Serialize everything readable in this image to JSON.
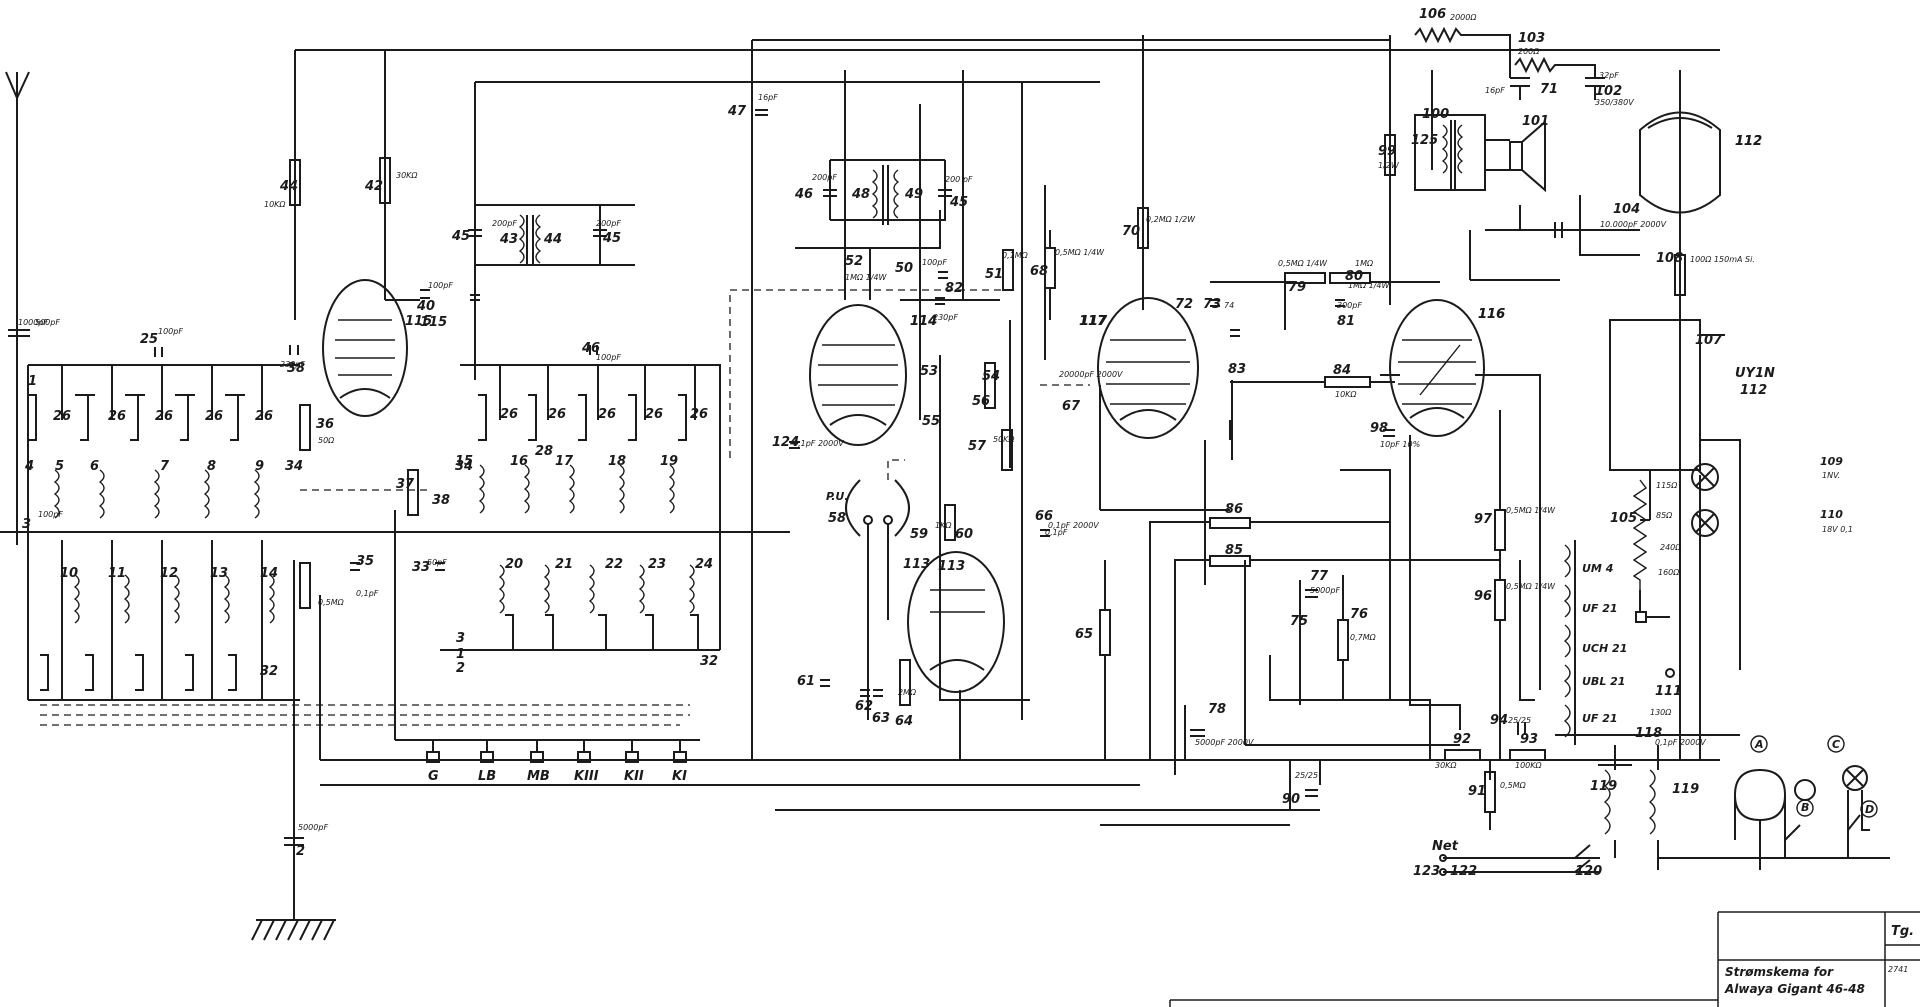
{
  "title_block": {
    "line1": "Strømskema for",
    "line2": "Alwaya Gigant 46-48",
    "corner_top": "Tg.",
    "corner_bottom": "2741"
  },
  "terminals": {
    "net": "Net",
    "A": "A",
    "B": "B",
    "C": "C",
    "D": "D"
  },
  "band_labels": [
    "G",
    "LB",
    "MB",
    "KIII",
    "KII",
    "KI"
  ],
  "tube_labels": [
    "115",
    "114",
    "117",
    "116",
    "113",
    "112"
  ],
  "heater_chain": [
    "UM 4",
    "UF 21",
    "UCH 21",
    "UBL 21",
    "UF 21"
  ],
  "pu_label": "P.U.",
  "uyin_label": "UY1N",
  "uyin_num": "112",
  "lamps": [
    {
      "num": "109",
      "val": "1NV."
    },
    {
      "num": "110",
      "val": "18V 0,1"
    }
  ],
  "labels": [
    {
      "id": "l1",
      "t": "1000pF"
    },
    {
      "id": "l2",
      "t": "44"
    },
    {
      "id": "l3",
      "t": "10KΩ"
    },
    {
      "id": "l4",
      "t": "42"
    },
    {
      "id": "l5",
      "t": "30KΩ"
    },
    {
      "id": "l6",
      "t": "45"
    },
    {
      "id": "l7",
      "t": "200pF"
    },
    {
      "id": "l8",
      "t": "43"
    },
    {
      "id": "l9",
      "t": "44"
    },
    {
      "id": "l10",
      "t": "200pF"
    },
    {
      "id": "l11",
      "t": "45"
    },
    {
      "id": "l12",
      "t": "100pF"
    },
    {
      "id": "l13",
      "t": "40"
    },
    {
      "id": "l14",
      "t": "115"
    },
    {
      "id": "l15",
      "t": "25"
    },
    {
      "id": "l16",
      "t": "100pF"
    },
    {
      "id": "l17",
      "t": "46"
    },
    {
      "id": "l18",
      "t": "100pF"
    },
    {
      "id": "l19",
      "t": "38"
    },
    {
      "id": "l20",
      "t": "230pF"
    },
    {
      "id": "l21",
      "t": "36"
    },
    {
      "id": "l22",
      "t": "50Ω"
    },
    {
      "id": "l23",
      "t": "37"
    },
    {
      "id": "l24",
      "t": "38"
    },
    {
      "id": "l25",
      "t": "35"
    },
    {
      "id": "l26",
      "t": "0,1pF"
    },
    {
      "id": "l27",
      "t": "33"
    },
    {
      "id": "l28",
      "t": "50pF"
    },
    {
      "id": "l29",
      "t": "0,5MΩ"
    },
    {
      "id": "l30",
      "t": "47"
    },
    {
      "id": "l31",
      "t": "16pF"
    },
    {
      "id": "l32",
      "t": "46"
    },
    {
      "id": "l33",
      "t": "200pF"
    },
    {
      "id": "l34",
      "t": "48"
    },
    {
      "id": "l35",
      "t": "49"
    },
    {
      "id": "l36",
      "t": "200 pF"
    },
    {
      "id": "l37",
      "t": "45"
    },
    {
      "id": "l38",
      "t": "52"
    },
    {
      "id": "l39",
      "t": "1MΩ 1/4W"
    },
    {
      "id": "l40",
      "t": "50"
    },
    {
      "id": "l41",
      "t": "100pF"
    },
    {
      "id": "l42",
      "t": "82"
    },
    {
      "id": "l43",
      "t": "230pF"
    },
    {
      "id": "l44",
      "t": "51"
    },
    {
      "id": "l45",
      "t": "0,1MΩ"
    },
    {
      "id": "l46",
      "t": "68"
    },
    {
      "id": "l47",
      "t": "0,5MΩ 1/4W"
    },
    {
      "id": "l48",
      "t": "114"
    },
    {
      "id": "l49",
      "t": "124"
    },
    {
      "id": "l50",
      "t": "0,1pF 2000V"
    },
    {
      "id": "l51",
      "t": "53"
    },
    {
      "id": "l52",
      "t": "54"
    },
    {
      "id": "l53",
      "t": "55"
    },
    {
      "id": "l54",
      "t": "56"
    },
    {
      "id": "l55",
      "t": "57"
    },
    {
      "id": "l56",
      "t": "58"
    },
    {
      "id": "l57",
      "t": "59"
    },
    {
      "id": "l58",
      "t": "60"
    },
    {
      "id": "l59",
      "t": "113"
    },
    {
      "id": "l60",
      "t": "61"
    },
    {
      "id": "l61",
      "t": "62"
    },
    {
      "id": "l62",
      "t": "63"
    },
    {
      "id": "l63",
      "t": "66"
    },
    {
      "id": "l64",
      "t": "0,1pF 2000V"
    },
    {
      "id": "l65",
      "t": "65"
    },
    {
      "id": "l66",
      "t": "67"
    },
    {
      "id": "l67",
      "t": "70"
    },
    {
      "id": "l68",
      "t": "0,2MΩ 1/2W"
    },
    {
      "id": "l69",
      "t": "117"
    },
    {
      "id": "l70",
      "t": "72"
    },
    {
      "id": "l71",
      "t": "73"
    },
    {
      "id": "l72",
      "t": "74"
    },
    {
      "id": "l73",
      "t": "83"
    },
    {
      "id": "l74",
      "t": "79"
    },
    {
      "id": "l75",
      "t": "0,5MΩ 1/4W"
    },
    {
      "id": "l76",
      "t": "80"
    },
    {
      "id": "l77",
      "t": "1MΩ"
    },
    {
      "id": "l78",
      "t": "300pF"
    },
    {
      "id": "l79",
      "t": "81"
    },
    {
      "id": "l80",
      "t": "84"
    },
    {
      "id": "l81",
      "t": "10KΩ"
    },
    {
      "id": "l82",
      "t": "86"
    },
    {
      "id": "l83",
      "t": "85"
    },
    {
      "id": "l84",
      "t": "98"
    },
    {
      "id": "l85",
      "t": "10pF 10%"
    },
    {
      "id": "l86",
      "t": "99"
    },
    {
      "id": "l87",
      "t": "1/2W"
    },
    {
      "id": "l88",
      "t": "106"
    },
    {
      "id": "l89",
      "t": "2000Ω"
    },
    {
      "id": "l90",
      "t": "103"
    },
    {
      "id": "l91",
      "t": "200Ω"
    },
    {
      "id": "l92",
      "t": "16pF"
    },
    {
      "id": "l93",
      "t": "71"
    },
    {
      "id": "l94",
      "t": "32pF"
    },
    {
      "id": "l95",
      "t": "102"
    },
    {
      "id": "l96",
      "t": "350/380V"
    },
    {
      "id": "l97",
      "t": "100"
    },
    {
      "id": "l98",
      "t": "125"
    },
    {
      "id": "l99",
      "t": "101"
    },
    {
      "id": "l100",
      "t": "112"
    },
    {
      "id": "l101",
      "t": "104"
    },
    {
      "id": "l102",
      "t": "10.000pF 2000V"
    },
    {
      "id": "l103",
      "t": "108"
    },
    {
      "id": "l104",
      "t": "100Ω 150mA Si."
    },
    {
      "id": "l105",
      "t": "116"
    },
    {
      "id": "l106",
      "t": "107"
    },
    {
      "id": "l107",
      "t": "105"
    },
    {
      "id": "l108",
      "t": "115Ω"
    },
    {
      "id": "l109",
      "t": "85Ω"
    },
    {
      "id": "l110",
      "t": "240Ω"
    },
    {
      "id": "l111",
      "t": "160Ω"
    },
    {
      "id": "l112",
      "t": "97"
    },
    {
      "id": "l113",
      "t": "0,5MΩ 1/4W"
    },
    {
      "id": "l114",
      "t": "96"
    },
    {
      "id": "l115",
      "t": "0,5MΩ 1/4W"
    },
    {
      "id": "l116",
      "t": "77"
    },
    {
      "id": "l117",
      "t": "5000pF"
    },
    {
      "id": "l118",
      "t": "75"
    },
    {
      "id": "l119",
      "t": "76"
    },
    {
      "id": "l120",
      "t": "0,7MΩ"
    },
    {
      "id": "l121",
      "t": "78"
    },
    {
      "id": "l122",
      "t": "5000pF 2000V"
    },
    {
      "id": "l123",
      "t": "94"
    },
    {
      "id": "l124",
      "t": "25/25"
    },
    {
      "id": "l125",
      "t": "92"
    },
    {
      "id": "l126",
      "t": "30KΩ"
    },
    {
      "id": "l127",
      "t": "93"
    },
    {
      "id": "l128",
      "t": "100KΩ"
    },
    {
      "id": "l129",
      "t": "91"
    },
    {
      "id": "l130",
      "t": "0,5MΩ"
    },
    {
      "id": "l131",
      "t": "90"
    },
    {
      "id": "l132",
      "t": "25/25"
    },
    {
      "id": "l133",
      "t": "111"
    },
    {
      "id": "l134",
      "t": "130Ω"
    },
    {
      "id": "l135",
      "t": "118"
    },
    {
      "id": "l136",
      "t": "0,1pF 2000V"
    },
    {
      "id": "l137",
      "t": "119"
    },
    {
      "id": "l138",
      "t": "119"
    },
    {
      "id": "l139",
      "t": "123"
    },
    {
      "id": "l140",
      "t": "122"
    },
    {
      "id": "l141",
      "t": "120"
    },
    {
      "id": "l142",
      "t": "2"
    },
    {
      "id": "l143",
      "t": "5000pF"
    },
    {
      "id": "l144",
      "t": "1"
    },
    {
      "id": "l145",
      "t": "500pF"
    },
    {
      "id": "l146",
      "t": "3"
    },
    {
      "id": "l147",
      "t": "100pF"
    },
    {
      "id": "l148",
      "t": "32"
    },
    {
      "id": "l149",
      "t": "32"
    },
    {
      "id": "l150",
      "t": "4"
    },
    {
      "id": "l151",
      "t": "5"
    },
    {
      "id": "l152",
      "t": "6"
    },
    {
      "id": "l153",
      "t": "7"
    },
    {
      "id": "l154",
      "t": "8"
    },
    {
      "id": "l155",
      "t": "9"
    },
    {
      "id": "l156",
      "t": "10"
    },
    {
      "id": "l157",
      "t": "11"
    },
    {
      "id": "l158",
      "t": "12"
    },
    {
      "id": "l159",
      "t": "13"
    },
    {
      "id": "l160",
      "t": "14"
    },
    {
      "id": "l161",
      "t": "15"
    },
    {
      "id": "l162",
      "t": "16"
    },
    {
      "id": "l163",
      "t": "17"
    },
    {
      "id": "l164",
      "t": "18"
    },
    {
      "id": "l165",
      "t": "19"
    },
    {
      "id": "l166",
      "t": "20"
    },
    {
      "id": "l167",
      "t": "21"
    },
    {
      "id": "l168",
      "t": "22"
    },
    {
      "id": "l169",
      "t": "23"
    },
    {
      "id": "l170",
      "t": "24"
    },
    {
      "id": "l171",
      "t": "26"
    },
    {
      "id": "l172",
      "t": "26"
    },
    {
      "id": "l173",
      "t": "26"
    },
    {
      "id": "l174",
      "t": "26"
    },
    {
      "id": "l175",
      "t": "26"
    },
    {
      "id": "l176",
      "t": "26"
    },
    {
      "id": "l177",
      "t": "26"
    },
    {
      "id": "l178",
      "t": "26"
    },
    {
      "id": "l179",
      "t": "26"
    },
    {
      "id": "l180",
      "t": "26"
    },
    {
      "id": "l181",
      "t": "34"
    },
    {
      "id": "l182",
      "t": "34"
    },
    {
      "id": "l183",
      "t": "0,1pF"
    },
    {
      "id": "l184",
      "t": "1"
    },
    {
      "id": "l185",
      "t": "2"
    },
    {
      "id": "l186",
      "t": "3"
    },
    {
      "id": "l187",
      "t": "28"
    },
    {
      "id": "l188",
      "t": "64"
    },
    {
      "id": "l189",
      "t": "2MΩ"
    },
    {
      "id": "l190",
      "t": "1KΩ"
    },
    {
      "id": "l191",
      "t": "50KΩ"
    },
    {
      "id": "l192",
      "t": "20000pF 2000V"
    },
    {
      "id": "l193",
      "t": "1MΩ 1/4W"
    }
  ]
}
